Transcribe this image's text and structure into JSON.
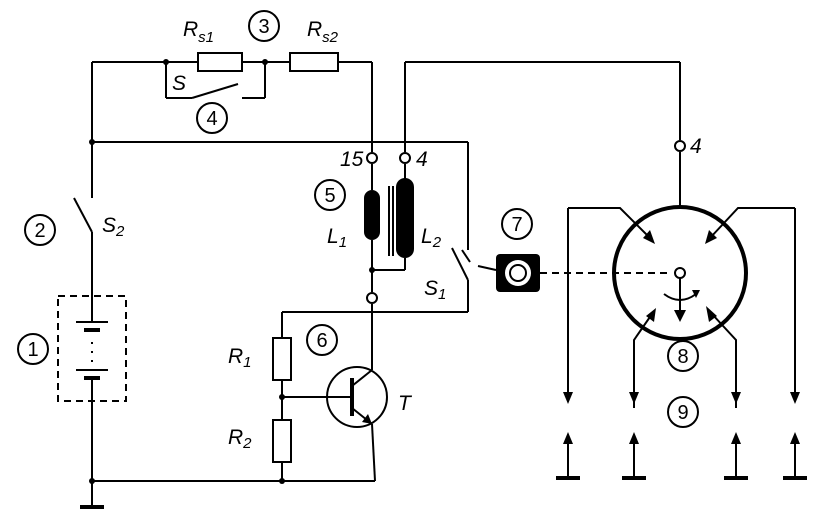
{
  "labels": {
    "rs1": "R",
    "rs1_sub": "s1",
    "rs2": "R",
    "rs2_sub": "s2",
    "s": "S",
    "s2": "S",
    "s2_sub": "2",
    "l1": "L",
    "l1_sub": "1",
    "l2": "L",
    "l2_sub": "2",
    "s1": "S",
    "s1_sub": "1",
    "r1": "R",
    "r1_sub": "1",
    "r2": "R",
    "r2_sub": "2",
    "t": "T",
    "term15": "15",
    "term4": "4",
    "term4_dist": "4"
  },
  "callouts": [
    "1",
    "2",
    "3",
    "4",
    "5",
    "6",
    "7",
    "8",
    "9"
  ],
  "colors": {
    "ink": "#000000",
    "paper": "#ffffff"
  }
}
